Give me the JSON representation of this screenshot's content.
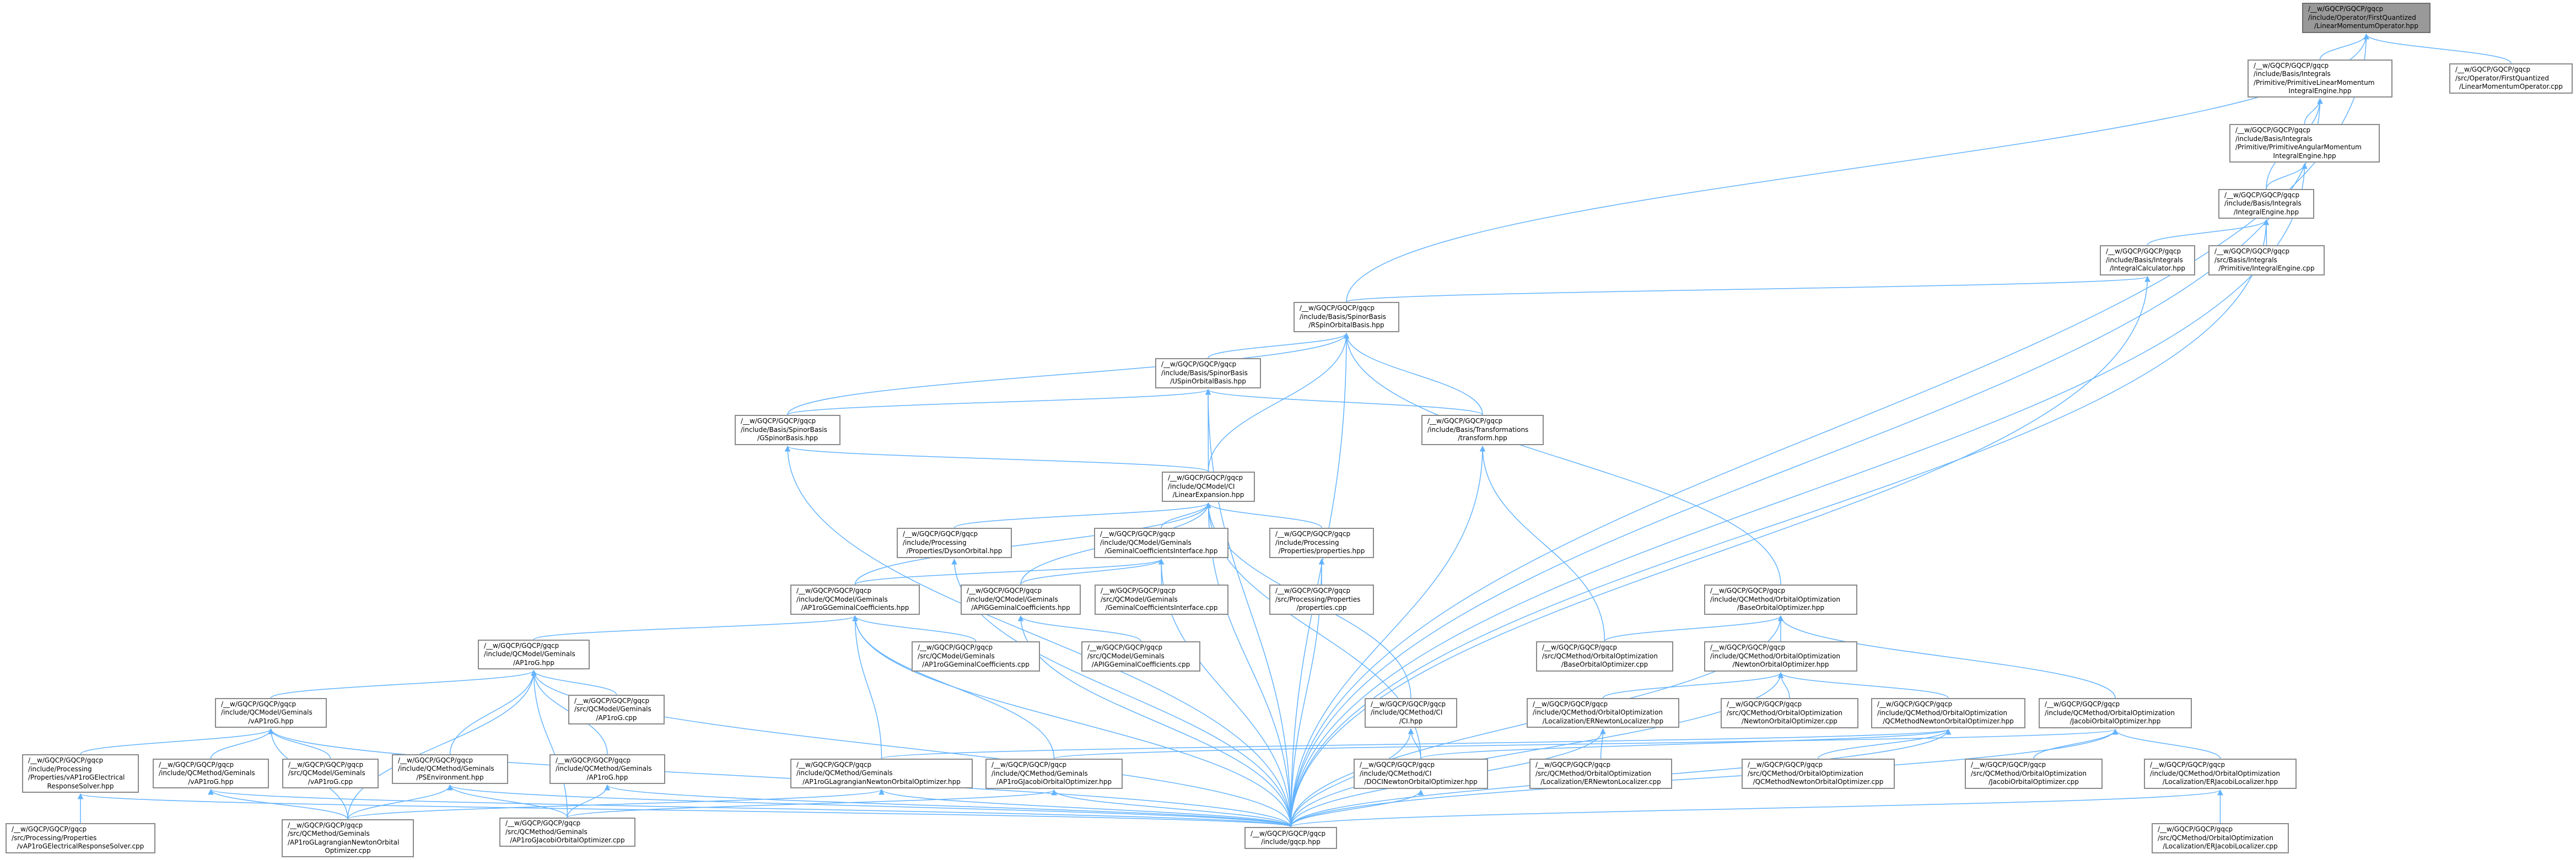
{
  "graph": {
    "title": "Include dependency graph (included by) for LinearMomentumOperator.hpp",
    "colors": {
      "edge": "#63b3ff",
      "root_fill": "#999999",
      "node_border": "#8a8a8a"
    },
    "nodes": [
      {
        "id": "n0",
        "root": true,
        "lines": [
          "/__w/GQCP/GQCP/gqcp",
          "/include/Operator/FirstQuantized",
          "/LinearMomentumOperator.hpp"
        ]
      },
      {
        "id": "n1",
        "lines": [
          "/__w/GQCP/GQCP/gqcp",
          "/include/Basis/Integrals",
          "/Primitive/PrimitiveLinearMomentum",
          "IntegralEngine.hpp"
        ]
      },
      {
        "id": "n2",
        "lines": [
          "/__w/GQCP/GQCP/gqcp",
          "/src/Operator/FirstQuantized",
          "/LinearMomentumOperator.cpp"
        ]
      },
      {
        "id": "n3",
        "lines": [
          "/__w/GQCP/GQCP/gqcp",
          "/include/Basis/Integrals",
          "/Primitive/PrimitiveAngularMomentum",
          "IntegralEngine.hpp"
        ]
      },
      {
        "id": "n4",
        "lines": [
          "/__w/GQCP/GQCP/gqcp",
          "/include/Basis/Integrals",
          "/IntegralEngine.hpp"
        ]
      },
      {
        "id": "n5",
        "lines": [
          "/__w/GQCP/GQCP/gqcp",
          "/include/Basis/Integrals",
          "/IntegralCalculator.hpp"
        ]
      },
      {
        "id": "n6",
        "lines": [
          "/__w/GQCP/GQCP/gqcp",
          "/src/Basis/Integrals",
          "/Primitive/IntegralEngine.cpp"
        ]
      },
      {
        "id": "n7",
        "lines": [
          "/__w/GQCP/GQCP/gqcp",
          "/include/Basis/SpinorBasis",
          "/RSpinOrbitalBasis.hpp"
        ]
      },
      {
        "id": "n8",
        "lines": [
          "/__w/GQCP/GQCP/gqcp",
          "/include/Basis/SpinorBasis",
          "/USpinOrbitalBasis.hpp"
        ]
      },
      {
        "id": "n9",
        "lines": [
          "/__w/GQCP/GQCP/gqcp",
          "/include/Basis/SpinorBasis",
          "/GSpinorBasis.hpp"
        ]
      },
      {
        "id": "n10",
        "lines": [
          "/__w/GQCP/GQCP/gqcp",
          "/include/Basis/Transformations",
          "/transform.hpp"
        ]
      },
      {
        "id": "n11",
        "lines": [
          "/__w/GQCP/GQCP/gqcp",
          "/include/QCModel/CI",
          "/LinearExpansion.hpp"
        ]
      },
      {
        "id": "n12",
        "lines": [
          "/__w/GQCP/GQCP/gqcp",
          "/include/Processing",
          "/Properties/DysonOrbital.hpp"
        ]
      },
      {
        "id": "n13",
        "lines": [
          "/__w/GQCP/GQCP/gqcp",
          "/include/QCModel/Geminals",
          "/GeminalCoefficientsInterface.hpp"
        ]
      },
      {
        "id": "n14",
        "lines": [
          "/__w/GQCP/GQCP/gqcp",
          "/include/Processing",
          "/Properties/properties.hpp"
        ]
      },
      {
        "id": "n15",
        "lines": [
          "/__w/GQCP/GQCP/gqcp",
          "/include/QCMethod/OrbitalOptimization",
          "/BaseOrbitalOptimizer.hpp"
        ]
      },
      {
        "id": "n16",
        "lines": [
          "/__w/GQCP/GQCP/gqcp",
          "/include/QCModel/Geminals",
          "/AP1roGGeminalCoefficients.hpp"
        ]
      },
      {
        "id": "n17",
        "lines": [
          "/__w/GQCP/GQCP/gqcp",
          "/include/QCModel/Geminals",
          "/APIGGeminalCoefficients.hpp"
        ]
      },
      {
        "id": "n18",
        "lines": [
          "/__w/GQCP/GQCP/gqcp",
          "/src/QCModel/Geminals",
          "/GeminalCoefficientsInterface.cpp"
        ]
      },
      {
        "id": "n19",
        "lines": [
          "/__w/GQCP/GQCP/gqcp",
          "/src/Processing/Properties",
          "/properties.cpp"
        ]
      },
      {
        "id": "n20",
        "lines": [
          "/__w/GQCP/GQCP/gqcp",
          "/include/QCModel/Geminals",
          "/AP1roG.hpp"
        ]
      },
      {
        "id": "n21",
        "lines": [
          "/__w/GQCP/GQCP/gqcp",
          "/src/QCModel/Geminals",
          "/AP1roGGeminalCoefficients.cpp"
        ]
      },
      {
        "id": "n22",
        "lines": [
          "/__w/GQCP/GQCP/gqcp",
          "/src/QCModel/Geminals",
          "/APIGGeminalCoefficients.cpp"
        ]
      },
      {
        "id": "n23",
        "lines": [
          "/__w/GQCP/GQCP/gqcp",
          "/src/QCMethod/OrbitalOptimization",
          "/BaseOrbitalOptimizer.cpp"
        ]
      },
      {
        "id": "n24",
        "lines": [
          "/__w/GQCP/GQCP/gqcp",
          "/include/QCMethod/OrbitalOptimization",
          "/NewtonOrbitalOptimizer.hpp"
        ]
      },
      {
        "id": "n25",
        "lines": [
          "/__w/GQCP/GQCP/gqcp",
          "/include/QCModel/Geminals",
          "/vAP1roG.hpp"
        ]
      },
      {
        "id": "n26",
        "lines": [
          "/__w/GQCP/GQCP/gqcp",
          "/src/QCModel/Geminals",
          "/AP1roG.cpp"
        ]
      },
      {
        "id": "n27",
        "lines": [
          "/__w/GQCP/GQCP/gqcp",
          "/include/QCMethod/CI",
          "/CI.hpp"
        ]
      },
      {
        "id": "n28",
        "lines": [
          "/__w/GQCP/GQCP/gqcp",
          "/include/QCMethod/OrbitalOptimization",
          "/Localization/ERNewtonLocalizer.hpp"
        ]
      },
      {
        "id": "n29",
        "lines": [
          "/__w/GQCP/GQCP/gqcp",
          "/src/QCMethod/OrbitalOptimization",
          "/NewtonOrbitalOptimizer.cpp"
        ]
      },
      {
        "id": "n30",
        "lines": [
          "/__w/GQCP/GQCP/gqcp",
          "/include/QCMethod/OrbitalOptimization",
          "/QCMethodNewtonOrbitalOptimizer.hpp"
        ]
      },
      {
        "id": "n31",
        "lines": [
          "/__w/GQCP/GQCP/gqcp",
          "/include/QCMethod/OrbitalOptimization",
          "/JacobiOrbitalOptimizer.hpp"
        ]
      },
      {
        "id": "n32",
        "lines": [
          "/__w/GQCP/GQCP/gqcp",
          "/include/Processing",
          "/Properties/vAP1roGElectrical",
          "ResponseSolver.hpp"
        ]
      },
      {
        "id": "n33",
        "lines": [
          "/__w/GQCP/GQCP/gqcp",
          "/include/QCMethod/Geminals",
          "/vAP1roG.hpp"
        ]
      },
      {
        "id": "n34",
        "lines": [
          "/__w/GQCP/GQCP/gqcp",
          "/src/QCModel/Geminals",
          "/vAP1roG.cpp"
        ]
      },
      {
        "id": "n35",
        "lines": [
          "/__w/GQCP/GQCP/gqcp",
          "/include/QCMethod/Geminals",
          "/PSEnvironment.hpp"
        ]
      },
      {
        "id": "n36",
        "lines": [
          "/__w/GQCP/GQCP/gqcp",
          "/include/QCMethod/Geminals",
          "/AP1roG.hpp"
        ]
      },
      {
        "id": "n37",
        "lines": [
          "/__w/GQCP/GQCP/gqcp",
          "/include/QCMethod/Geminals",
          "/AP1roGLagrangianNewtonOrbitalOptimizer.hpp"
        ]
      },
      {
        "id": "n38",
        "lines": [
          "/__w/GQCP/GQCP/gqcp",
          "/include/QCMethod/Geminals",
          "/AP1roGJacobiOrbitalOptimizer.hpp"
        ]
      },
      {
        "id": "n39",
        "lines": [
          "/__w/GQCP/GQCP/gqcp",
          "/include/QCMethod/CI",
          "/DOCINewtonOrbitalOptimizer.hpp"
        ]
      },
      {
        "id": "n40",
        "lines": [
          "/__w/GQCP/GQCP/gqcp",
          "/src/QCMethod/OrbitalOptimization",
          "/Localization/ERNewtonLocalizer.cpp"
        ]
      },
      {
        "id": "n41",
        "lines": [
          "/__w/GQCP/GQCP/gqcp",
          "/src/QCMethod/OrbitalOptimization",
          "/QCMethodNewtonOrbitalOptimizer.cpp"
        ]
      },
      {
        "id": "n42",
        "lines": [
          "/__w/GQCP/GQCP/gqcp",
          "/src/QCMethod/OrbitalOptimization",
          "/JacobiOrbitalOptimizer.cpp"
        ]
      },
      {
        "id": "n43",
        "lines": [
          "/__w/GQCP/GQCP/gqcp",
          "/include/QCMethod/OrbitalOptimization",
          "/Localization/ERJacobiLocalizer.hpp"
        ]
      },
      {
        "id": "n44",
        "lines": [
          "/__w/GQCP/GQCP/gqcp",
          "/src/Processing/Properties",
          "/vAP1roGElectricalResponseSolver.cpp"
        ]
      },
      {
        "id": "n45",
        "lines": [
          "/__w/GQCP/GQCP/gqcp",
          "/src/QCMethod/Geminals",
          "/AP1roGLagrangianNewtonOrbital",
          "Optimizer.cpp"
        ]
      },
      {
        "id": "n46",
        "lines": [
          "/__w/GQCP/GQCP/gqcp",
          "/src/QCMethod/Geminals",
          "/AP1roGJacobiOrbitalOptimizer.cpp"
        ]
      },
      {
        "id": "n47",
        "lines": [
          "/__w/GQCP/GQCP/gqcp",
          "/include/gqcp.hpp"
        ]
      },
      {
        "id": "n48",
        "lines": [
          "/__w/GQCP/GQCP/gqcp",
          "/src/QCMethod/OrbitalOptimization",
          "/Localization/ERJacobiLocalizer.cpp"
        ]
      }
    ],
    "edges": [
      [
        "n1",
        "n0"
      ],
      [
        "n2",
        "n0"
      ],
      [
        "n7",
        "n0"
      ],
      [
        "n47",
        "n0"
      ],
      [
        "n3",
        "n1"
      ],
      [
        "n4",
        "n1"
      ],
      [
        "n47",
        "n1"
      ],
      [
        "n4",
        "n3"
      ],
      [
        "n47",
        "n3"
      ],
      [
        "n5",
        "n4"
      ],
      [
        "n6",
        "n4"
      ],
      [
        "n47",
        "n4"
      ],
      [
        "n7",
        "n5"
      ],
      [
        "n47",
        "n5"
      ],
      [
        "n8",
        "n7"
      ],
      [
        "n9",
        "n7"
      ],
      [
        "n10",
        "n7"
      ],
      [
        "n11",
        "n7"
      ],
      [
        "n15",
        "n7"
      ],
      [
        "n47",
        "n7"
      ],
      [
        "n9",
        "n8"
      ],
      [
        "n10",
        "n8"
      ],
      [
        "n11",
        "n8"
      ],
      [
        "n47",
        "n8"
      ],
      [
        "n11",
        "n9"
      ],
      [
        "n47",
        "n9"
      ],
      [
        "n23",
        "n10"
      ],
      [
        "n47",
        "n10"
      ],
      [
        "n12",
        "n11"
      ],
      [
        "n13",
        "n11"
      ],
      [
        "n14",
        "n11"
      ],
      [
        "n16",
        "n11"
      ],
      [
        "n17",
        "n11"
      ],
      [
        "n27",
        "n11"
      ],
      [
        "n39",
        "n11"
      ],
      [
        "n47",
        "n11"
      ],
      [
        "n16",
        "n13"
      ],
      [
        "n17",
        "n13"
      ],
      [
        "n18",
        "n13"
      ],
      [
        "n47",
        "n13"
      ],
      [
        "n19",
        "n14"
      ],
      [
        "n47",
        "n14"
      ],
      [
        "n47",
        "n12"
      ],
      [
        "n20",
        "n16"
      ],
      [
        "n21",
        "n16"
      ],
      [
        "n37",
        "n16"
      ],
      [
        "n38",
        "n16"
      ],
      [
        "n47",
        "n16"
      ],
      [
        "n22",
        "n17"
      ],
      [
        "n47",
        "n17"
      ],
      [
        "n23",
        "n15"
      ],
      [
        "n24",
        "n15"
      ],
      [
        "n31",
        "n15"
      ],
      [
        "n47",
        "n15"
      ],
      [
        "n28",
        "n24"
      ],
      [
        "n29",
        "n24"
      ],
      [
        "n30",
        "n24"
      ],
      [
        "n47",
        "n24"
      ],
      [
        "n25",
        "n20"
      ],
      [
        "n26",
        "n20"
      ],
      [
        "n35",
        "n20"
      ],
      [
        "n36",
        "n20"
      ],
      [
        "n45",
        "n20"
      ],
      [
        "n46",
        "n20"
      ],
      [
        "n47",
        "n20"
      ],
      [
        "n32",
        "n25"
      ],
      [
        "n33",
        "n25"
      ],
      [
        "n34",
        "n25"
      ],
      [
        "n45",
        "n25"
      ],
      [
        "n47",
        "n25"
      ],
      [
        "n39",
        "n27"
      ],
      [
        "n47",
        "n27"
      ],
      [
        "n40",
        "n28"
      ],
      [
        "n47",
        "n28"
      ],
      [
        "n37",
        "n30"
      ],
      [
        "n39",
        "n30"
      ],
      [
        "n41",
        "n30"
      ],
      [
        "n47",
        "n30"
      ],
      [
        "n38",
        "n31"
      ],
      [
        "n42",
        "n31"
      ],
      [
        "n43",
        "n31"
      ],
      [
        "n47",
        "n31"
      ],
      [
        "n44",
        "n32"
      ],
      [
        "n47",
        "n32"
      ],
      [
        "n45",
        "n33"
      ],
      [
        "n47",
        "n33"
      ],
      [
        "n45",
        "n35"
      ],
      [
        "n46",
        "n35"
      ],
      [
        "n47",
        "n35"
      ],
      [
        "n46",
        "n36"
      ],
      [
        "n47",
        "n36"
      ],
      [
        "n45",
        "n37"
      ],
      [
        "n47",
        "n37"
      ],
      [
        "n46",
        "n38"
      ],
      [
        "n47",
        "n38"
      ],
      [
        "n47",
        "n39"
      ],
      [
        "n48",
        "n43"
      ],
      [
        "n47",
        "n43"
      ]
    ]
  }
}
